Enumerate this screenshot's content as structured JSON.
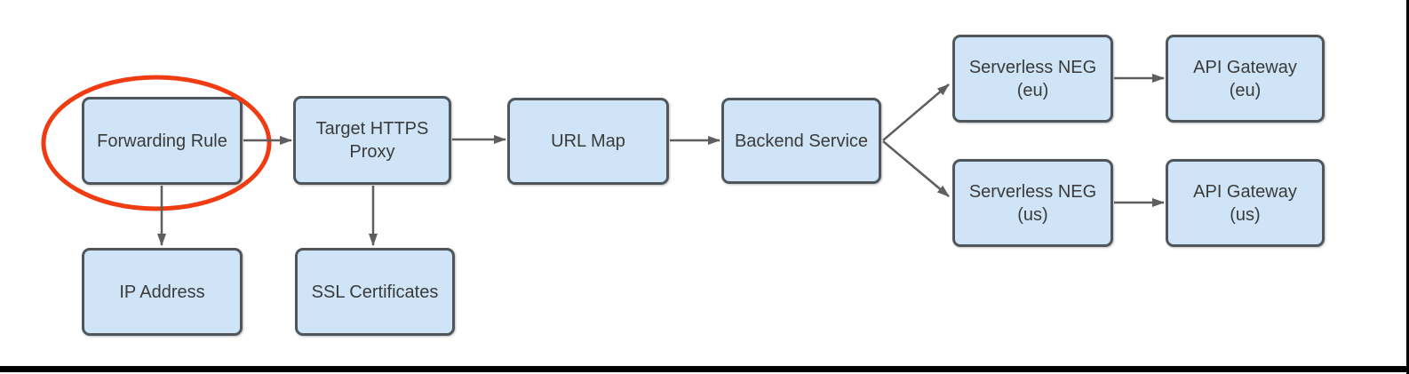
{
  "colors": {
    "background": "#ffffff",
    "node_fill": "#cfe5f7",
    "node_border": "#4f565c",
    "arrow": "#5e5e5e",
    "highlight": "#f03c12",
    "text": "#3a3a3a",
    "frame": "#000000"
  },
  "nodes": {
    "forwarding_rule": {
      "label": "Forwarding Rule"
    },
    "target_https_proxy": {
      "label": "Target HTTPS\nProxy"
    },
    "url_map": {
      "label": "URL Map"
    },
    "backend_service": {
      "label": "Backend Service"
    },
    "serverless_neg_eu": {
      "label": "Serverless NEG\n(eu)"
    },
    "api_gateway_eu": {
      "label": "API Gateway\n(eu)"
    },
    "serverless_neg_us": {
      "label": "Serverless NEG\n(us)"
    },
    "api_gateway_us": {
      "label": "API Gateway\n(us)"
    },
    "ip_address": {
      "label": "IP Address"
    },
    "ssl_certificates": {
      "label": "SSL Certificates"
    }
  },
  "edges": [
    {
      "from": "forwarding_rule",
      "to": "target_https_proxy"
    },
    {
      "from": "target_https_proxy",
      "to": "url_map"
    },
    {
      "from": "url_map",
      "to": "backend_service"
    },
    {
      "from": "backend_service",
      "to": "serverless_neg_eu"
    },
    {
      "from": "backend_service",
      "to": "serverless_neg_us"
    },
    {
      "from": "serverless_neg_eu",
      "to": "api_gateway_eu"
    },
    {
      "from": "serverless_neg_us",
      "to": "api_gateway_us"
    },
    {
      "from": "forwarding_rule",
      "to": "ip_address"
    },
    {
      "from": "target_https_proxy",
      "to": "ssl_certificates"
    }
  ],
  "annotations": {
    "highlighted_node": "forwarding_rule"
  }
}
